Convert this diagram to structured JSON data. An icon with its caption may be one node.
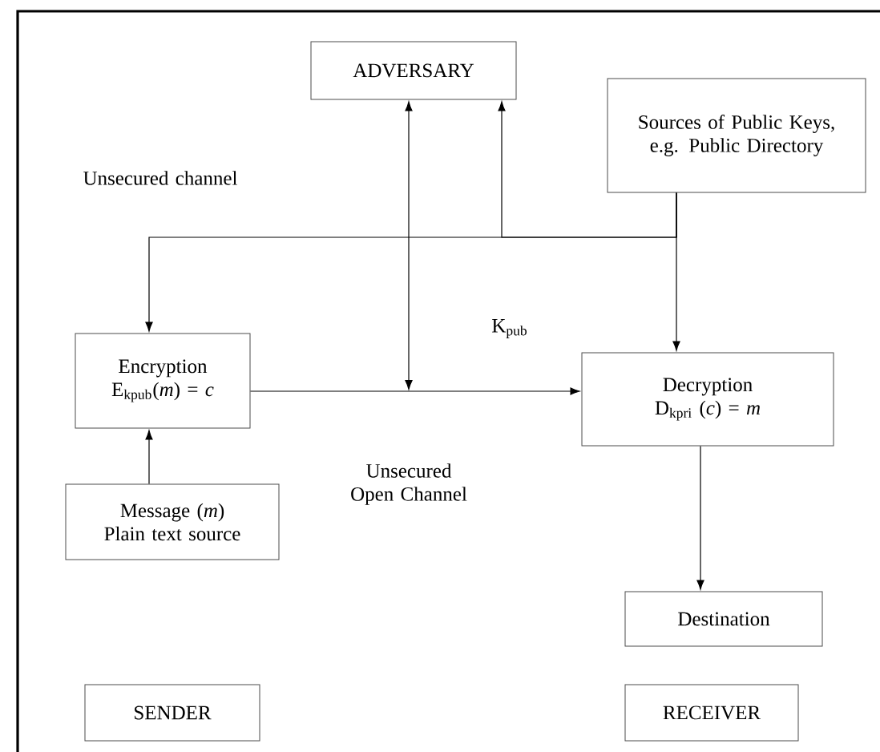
{
  "diagram": {
    "nodes": [
      {
        "text": [
          "ADVERSARY"
        ]
      },
      {
        "text": [
          "Sources of Public Keys, e.g. Public Directory"
        ]
      },
      {
        "text": [
          "Encryption",
          "E$_{kpub}$(*m*) = *c*"
        ]
      },
      {
        "text": [
          "Decryption",
          "D$_{kpri}$ (*c*) = *m*"
        ]
      },
      {
        "text": [
          "Message (*m*)",
          "Plain text source"
        ]
      },
      {
        "text": [
          "Destination"
        ]
      },
      {
        "text": [
          "SENDER"
        ]
      },
      {
        "text": [
          "RECEIVER"
        ]
      }
    ],
    "edges": [
      {
        "from": 1,
        "to": 2,
        "arrow": "to"
      },
      {
        "from": 1,
        "to": 3,
        "arrow": "to"
      },
      {
        "from": 1,
        "to": 0,
        "arrow": "to"
      },
      {
        "from": null,
        "to": 0,
        "arrow": "both"
      },
      {
        "from": 2,
        "to": 3,
        "arrow": "to"
      },
      {
        "from": 4,
        "to": 2,
        "arrow": "to"
      },
      {
        "from": 3,
        "to": 5,
        "arrow": "to"
      }
    ],
    "labels": [
      "Unsecured channel",
      "K$_{pub}$",
      "Unsecured Open Channel"
    ]
  }
}
